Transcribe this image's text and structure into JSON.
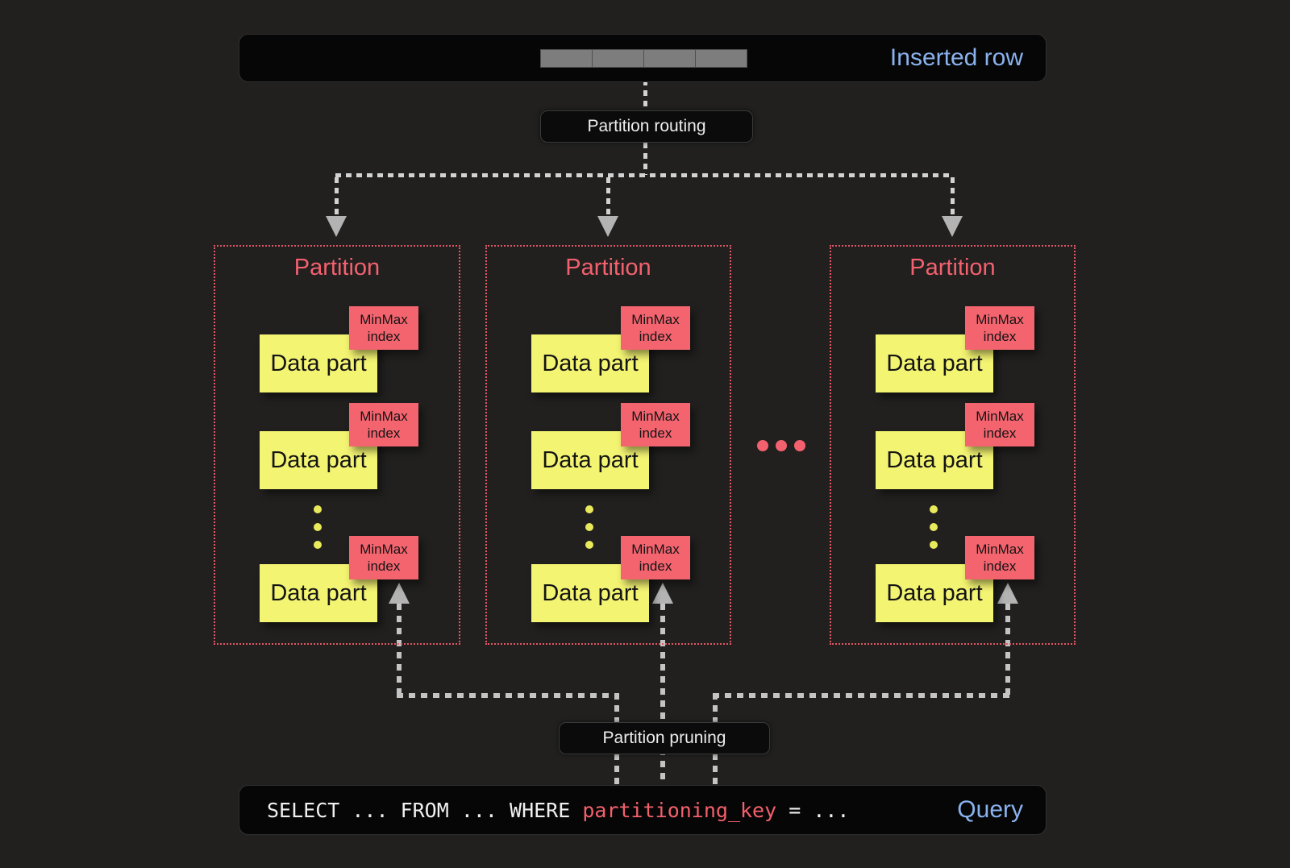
{
  "header_bar": {
    "label": "Inserted row",
    "segment_count": 4
  },
  "routing_pill": {
    "label": "Partition routing"
  },
  "pruning_pill": {
    "label": "Partition pruning"
  },
  "partitions": [
    {
      "title": "Partition",
      "parts": [
        {
          "label": "Data part",
          "index_label": "MinMax index"
        },
        {
          "label": "Data part",
          "index_label": "MinMax index"
        },
        {
          "label": "Data part",
          "index_label": "MinMax index"
        }
      ]
    },
    {
      "title": "Partition",
      "parts": [
        {
          "label": "Data part",
          "index_label": "MinMax index"
        },
        {
          "label": "Data part",
          "index_label": "MinMax index"
        },
        {
          "label": "Data part",
          "index_label": "MinMax index"
        }
      ]
    },
    {
      "title": "Partition",
      "parts": [
        {
          "label": "Data part",
          "index_label": "MinMax index"
        },
        {
          "label": "Data part",
          "index_label": "MinMax index"
        },
        {
          "label": "Data part",
          "index_label": "MinMax index"
        }
      ]
    }
  ],
  "query_bar": {
    "sql_prefix": "SELECT ... FROM ... WHERE ",
    "sql_key": "partitioning_key",
    "sql_suffix": " = ...",
    "label": "Query"
  },
  "colors": {
    "accent_blue": "#8ab2ee",
    "accent_red": "#f4616e",
    "note_yellow": "#f3f472",
    "tag_red": "#f4646f",
    "arrow_gray": "#c4c4c4",
    "background": "#21201f"
  }
}
